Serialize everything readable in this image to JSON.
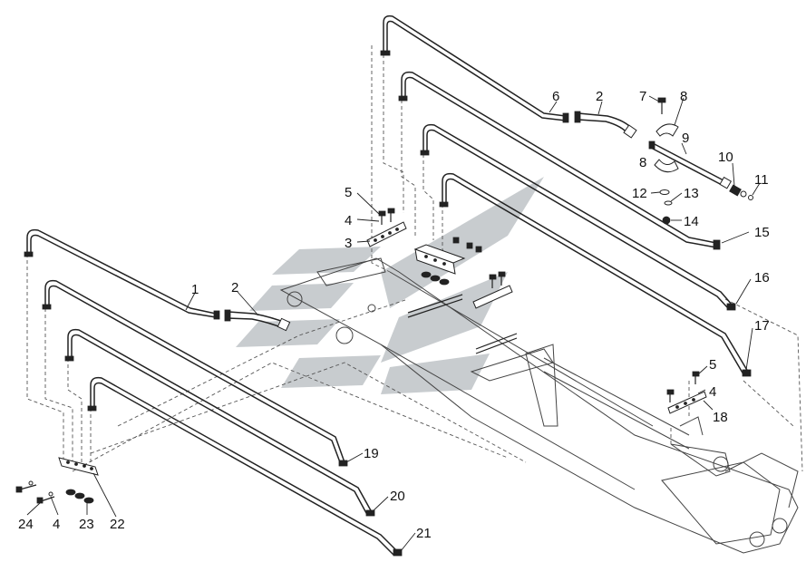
{
  "callouts": [
    {
      "id": "c-1",
      "text": "1"
    },
    {
      "id": "c-2a",
      "text": "2"
    },
    {
      "id": "c-2b",
      "text": "2"
    },
    {
      "id": "c-3",
      "text": "3"
    },
    {
      "id": "c-4a",
      "text": "4"
    },
    {
      "id": "c-4b",
      "text": "4"
    },
    {
      "id": "c-4c",
      "text": "4"
    },
    {
      "id": "c-5a",
      "text": "5"
    },
    {
      "id": "c-5b",
      "text": "5"
    },
    {
      "id": "c-6",
      "text": "6"
    },
    {
      "id": "c-7",
      "text": "7"
    },
    {
      "id": "c-8a",
      "text": "8"
    },
    {
      "id": "c-8b",
      "text": "8"
    },
    {
      "id": "c-9",
      "text": "9"
    },
    {
      "id": "c-10",
      "text": "10"
    },
    {
      "id": "c-11",
      "text": "11"
    },
    {
      "id": "c-12",
      "text": "12"
    },
    {
      "id": "c-13",
      "text": "13"
    },
    {
      "id": "c-14",
      "text": "14"
    },
    {
      "id": "c-15",
      "text": "15"
    },
    {
      "id": "c-16",
      "text": "16"
    },
    {
      "id": "c-17",
      "text": "17"
    },
    {
      "id": "c-18",
      "text": "18"
    },
    {
      "id": "c-19",
      "text": "19"
    },
    {
      "id": "c-20",
      "text": "20"
    },
    {
      "id": "c-21",
      "text": "21"
    },
    {
      "id": "c-22",
      "text": "22"
    },
    {
      "id": "c-23",
      "text": "23"
    },
    {
      "id": "c-24",
      "text": "24"
    }
  ]
}
